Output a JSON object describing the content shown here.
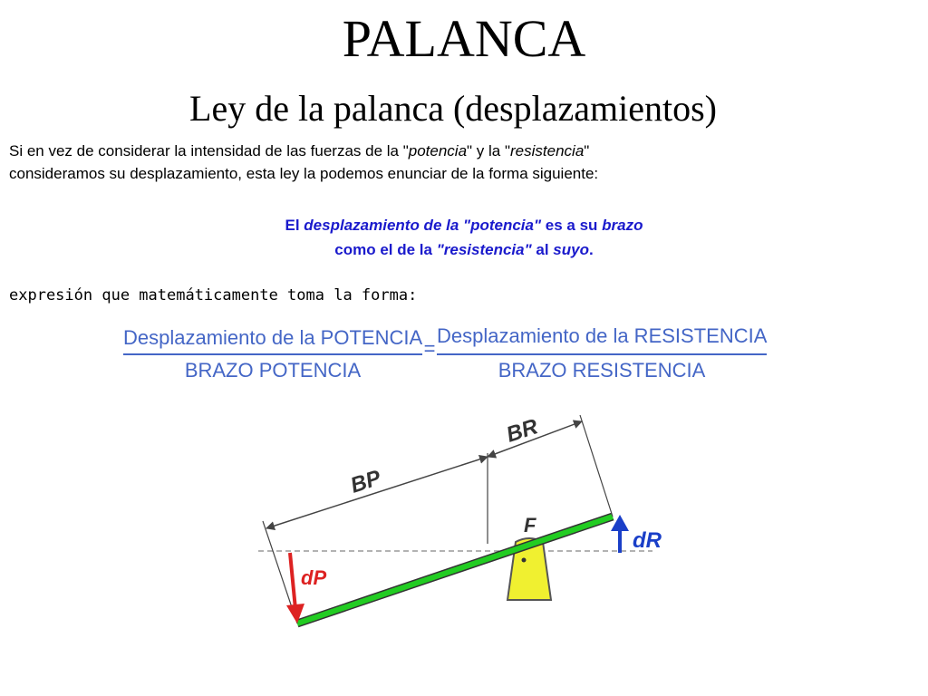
{
  "title": "PALANCA",
  "subtitle": "Ley de la palanca (desplazamientos)",
  "intro": {
    "l1_a": "Si en vez de considerar la intensidad de las fuerzas de la \"",
    "l1_b": "potencia",
    "l1_c": "\" y la \"",
    "l1_d": "resistencia",
    "l1_e": "\"",
    "l2": "consideramos su desplazamiento, esta ley la podemos enunciar de la forma siguiente:"
  },
  "law": {
    "w1": "El ",
    "w2": "desplazamiento de la \"potencia\"",
    "w3": " es a su ",
    "w4": "brazo",
    "w5": "como el de la ",
    "w6": "\"resistencia\"",
    "w7": " al ",
    "w8": "suyo",
    "w9": "."
  },
  "expression_intro": "expresión que matemáticamente toma la forma:",
  "formula": {
    "left_numerator": "Desplazamiento de la POTENCIA",
    "left_denominator": "BRAZO POTENCIA",
    "equals": "=",
    "right_numerator": "Desplazamiento de la RESISTENCIA",
    "right_denominator": "BRAZO RESISTENCIA"
  },
  "diagram": {
    "label_bp": "BP",
    "label_br": "BR",
    "label_f": "F",
    "label_dp": "dP",
    "label_dr": "dR",
    "colors": {
      "lever": "#22cc22",
      "fulcrum": "#f0f030",
      "arrow_dp": "#dd2222",
      "arrow_dr": "#1a3fc8"
    }
  }
}
